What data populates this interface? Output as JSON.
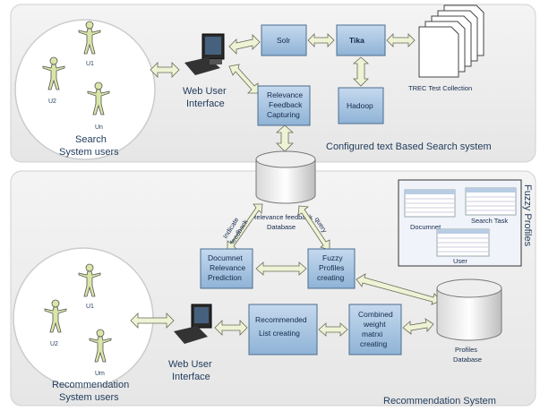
{
  "top_section": {
    "users_label_line1": "Search",
    "users_label_line2": "System users",
    "user_u1": "U1",
    "user_u2": "U2",
    "user_un": "Un",
    "web_ui_line1": "Web User",
    "web_ui_line2": "Interface",
    "solr": "Solr",
    "tika": "Tika",
    "hadoop": "Hadoop",
    "trec": "TREC Test Collection",
    "relevance_line1": "Relevance",
    "relevance_line2": "Feedback",
    "relevance_line3": "Capturing",
    "system_label": "Configured text Based Search system"
  },
  "middle": {
    "db_line1": "Relevance feedback",
    "db_line2": "Database",
    "indicate_line1": "Indicate",
    "indicate_line2": "feedback",
    "query": "query",
    "doc_pred_line1": "Documnet",
    "doc_pred_line2": "Relevance",
    "doc_pred_line3": "Prediction",
    "fuzzy_line1": "Fuzzy",
    "fuzzy_line2": "Profiles",
    "fuzzy_line3": "creating"
  },
  "fuzzy_profiles": {
    "title": "Fuzzy Profiles",
    "document": "Documnet",
    "search_task": "Search Task",
    "user": "User"
  },
  "bottom_section": {
    "users_label_line1": "Recommendation",
    "users_label_line2": "System users",
    "user_u1": "U1",
    "user_u2": "U2",
    "user_um": "Um",
    "web_ui_line1": "Web User",
    "web_ui_line2": "Interface",
    "rec_line1": "Recommended",
    "rec_line2": "List creating",
    "comb_line1": "Combined",
    "comb_line2": "weight",
    "comb_line3": "matrxi",
    "comb_line4": "creating",
    "profiles_db_line1": "Profiles",
    "profiles_db_line2": "Database",
    "system_label": "Recommendation System"
  }
}
